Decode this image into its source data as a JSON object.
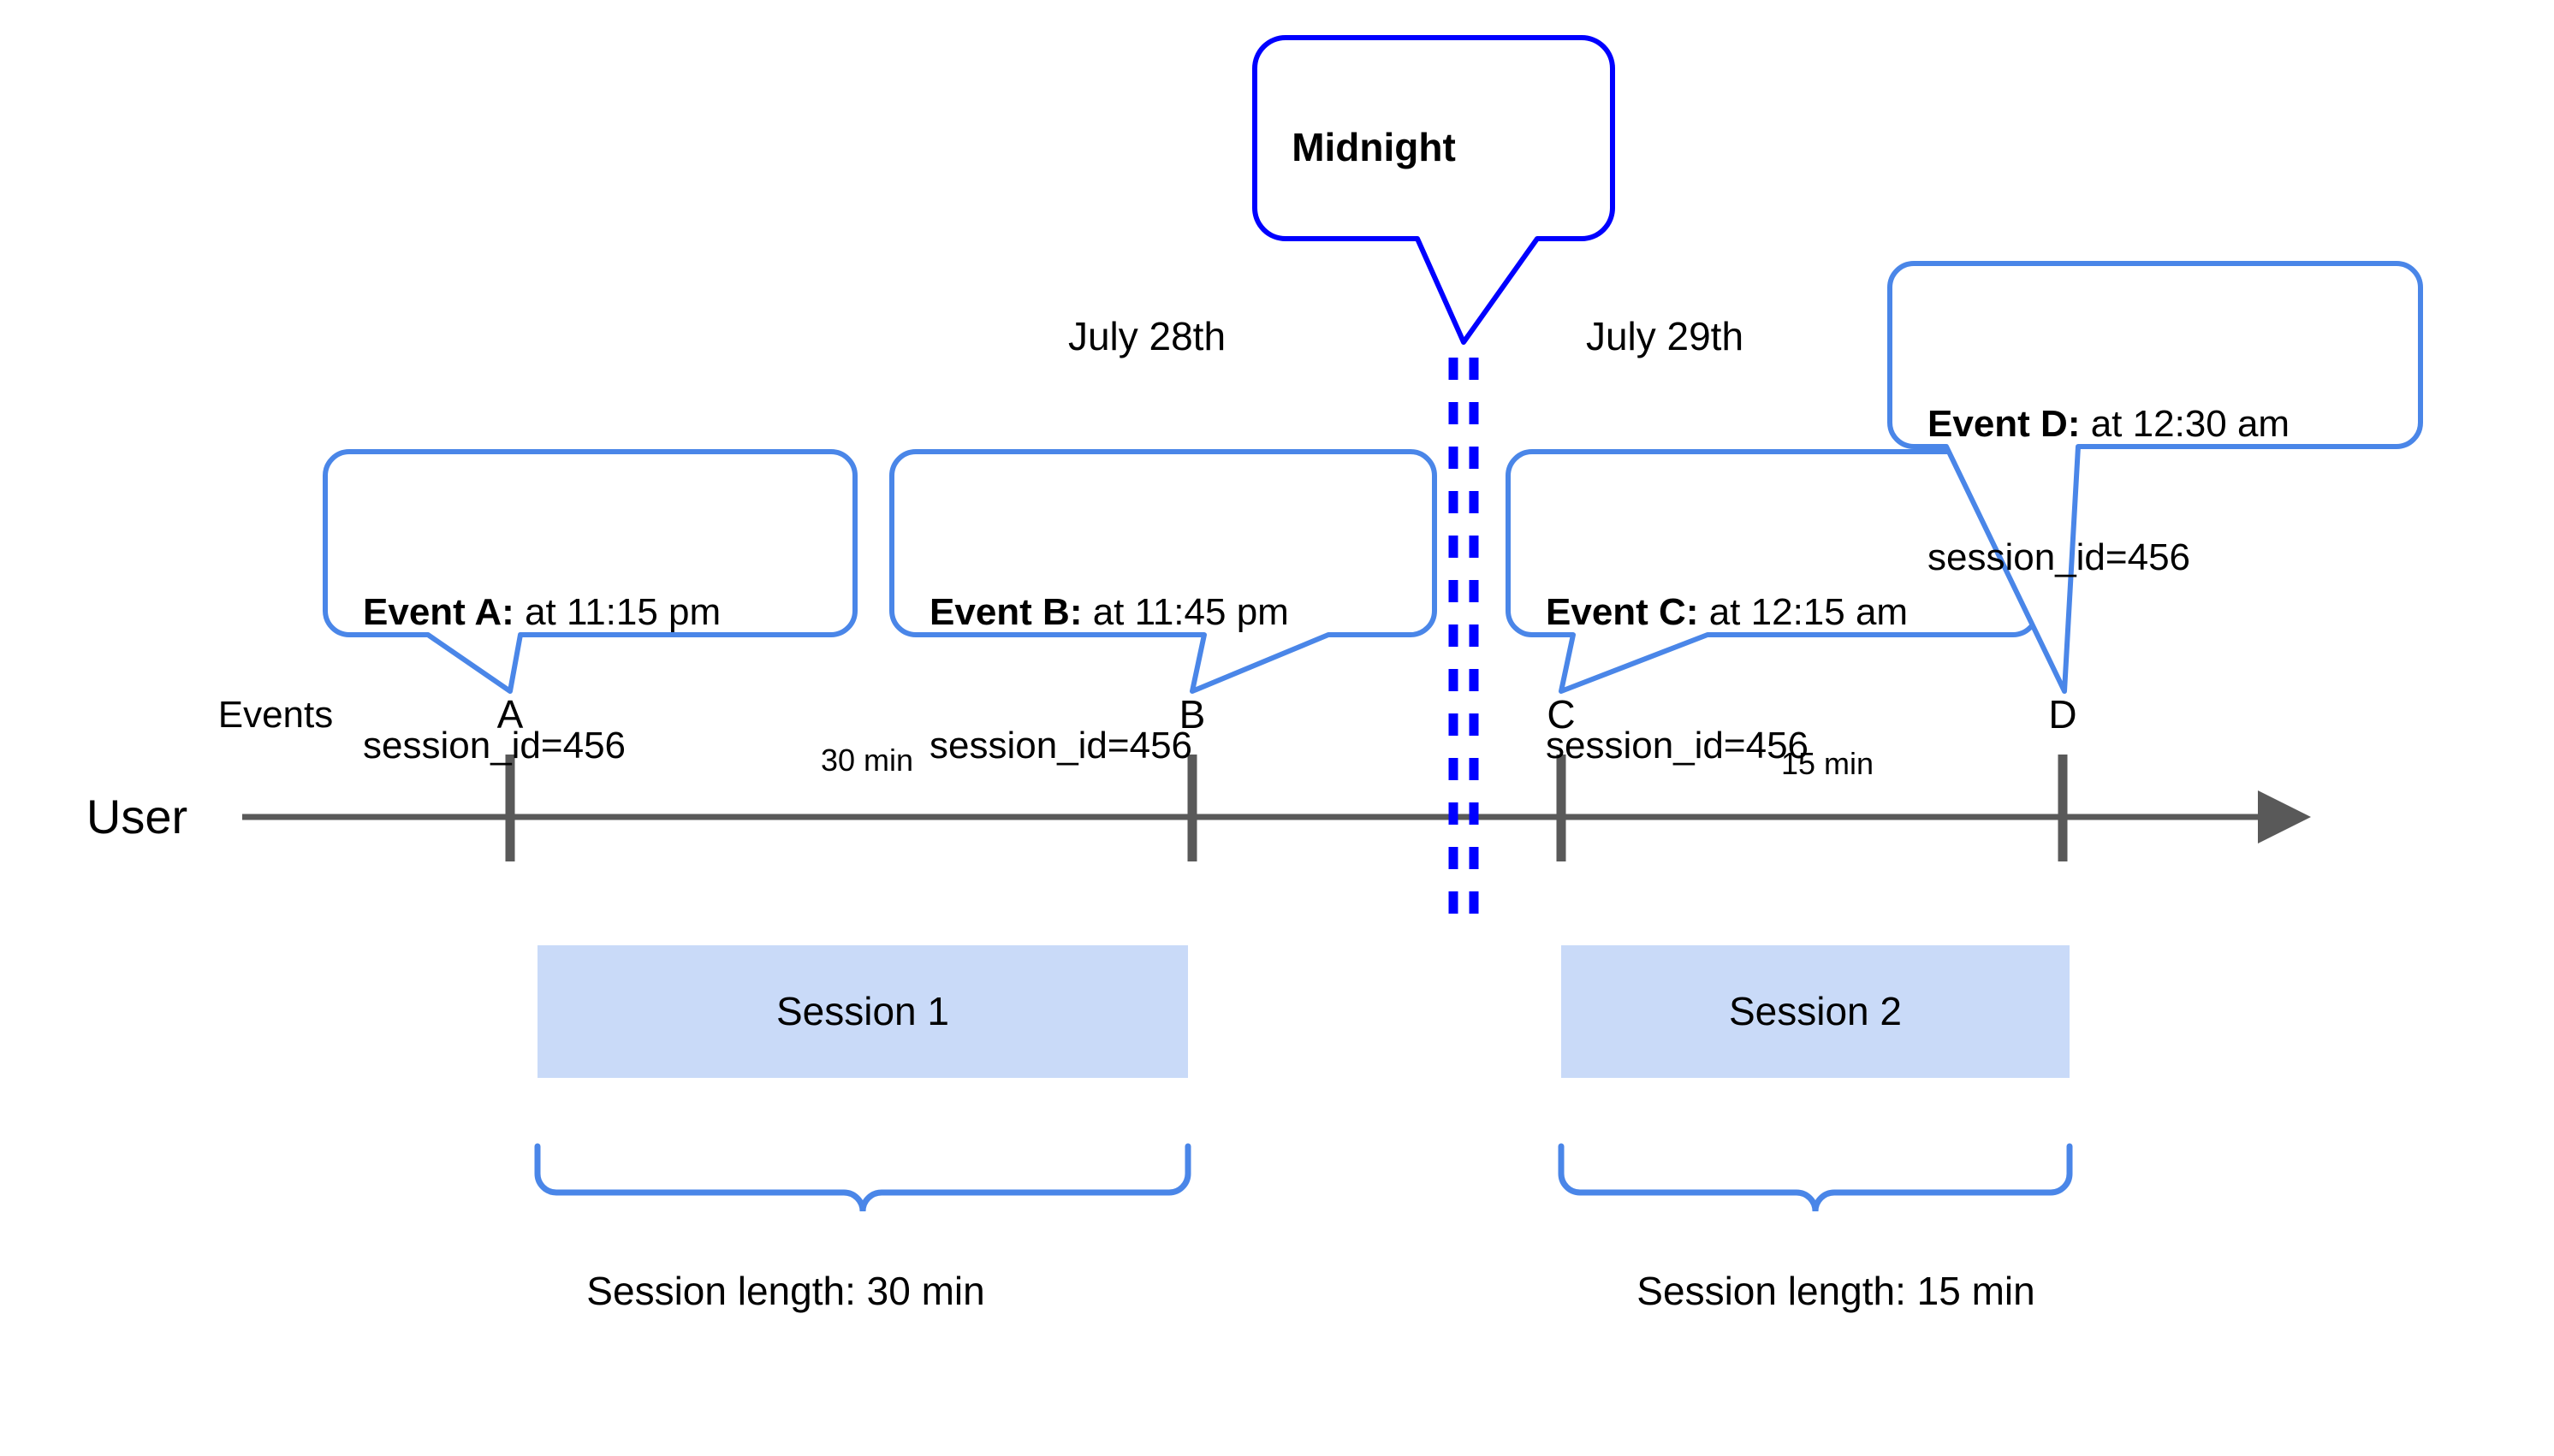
{
  "diagram": {
    "title_concept": "User session splitting at midnight",
    "colors": {
      "callout_border": "#4a86e8",
      "midnight_border": "#0000ff",
      "midnight_dash": "#0000ff",
      "session_fill": "#c9daf8",
      "axis": "#595959",
      "brace": "#4a86e8",
      "text": "#000000",
      "background": "#ffffff"
    },
    "midnight": {
      "label": "Midnight"
    },
    "dates": {
      "left": "July 28th",
      "right": "July 29th"
    },
    "lanes": {
      "events_label": "Events",
      "user_label": "User"
    },
    "events": [
      {
        "marker": "A",
        "lead": "Event A:",
        "detail": " at 11:15 pm",
        "line2": "session_id=456"
      },
      {
        "marker": "B",
        "lead": "Event B:",
        "detail": " at 11:45 pm",
        "line2": "session_id=456"
      },
      {
        "marker": "C",
        "lead": "Event C:",
        "detail": " at 12:15 am",
        "line2": "session_id=456"
      },
      {
        "marker": "D",
        "lead": "Event D:",
        "detail": " at 12:30 am",
        "line2": "session_id=456"
      }
    ],
    "intervals": [
      {
        "label": "30 min"
      },
      {
        "label": "15 min"
      }
    ],
    "sessions": [
      {
        "name": "Session 1",
        "length_label": "Session length: 30 min"
      },
      {
        "name": "Session 2",
        "length_label": "Session length: 15 min"
      }
    ]
  }
}
